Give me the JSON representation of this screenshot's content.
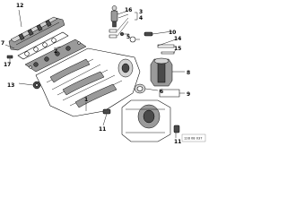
{
  "diagram": {
    "part_labels": [
      "12",
      "7",
      "16",
      "5",
      "3",
      "4",
      "2",
      "10",
      "14",
      "15",
      "17",
      "13",
      "1",
      "11",
      "6",
      "8",
      "9",
      "11"
    ],
    "reference_code": "128 08 037"
  }
}
